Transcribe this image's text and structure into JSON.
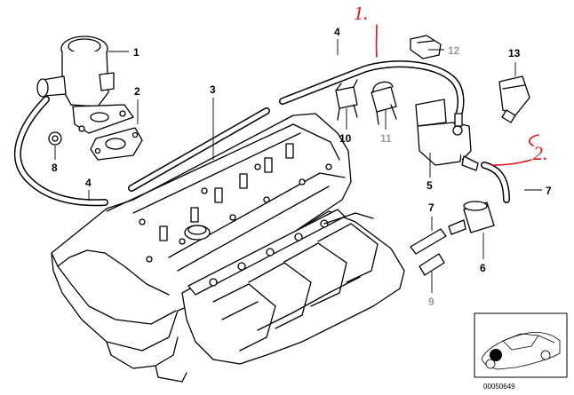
{
  "diagram": {
    "doc_number": "00050649",
    "annotations": [
      {
        "id": "note-1",
        "text": "1."
      },
      {
        "id": "note-2",
        "text": "2."
      }
    ],
    "callouts": [
      {
        "id": "c1",
        "text": "1",
        "tone": "black"
      },
      {
        "id": "c2",
        "text": "2",
        "tone": "black"
      },
      {
        "id": "c3",
        "text": "3",
        "tone": "black"
      },
      {
        "id": "c4a",
        "text": "4",
        "tone": "black"
      },
      {
        "id": "c4b",
        "text": "4",
        "tone": "black"
      },
      {
        "id": "c5",
        "text": "5",
        "tone": "black"
      },
      {
        "id": "c6",
        "text": "6",
        "tone": "black"
      },
      {
        "id": "c7a",
        "text": "7",
        "tone": "black"
      },
      {
        "id": "c7b",
        "text": "7",
        "tone": "black"
      },
      {
        "id": "c8",
        "text": "8",
        "tone": "black"
      },
      {
        "id": "c9",
        "text": "9",
        "tone": "grey"
      },
      {
        "id": "c10",
        "text": "10",
        "tone": "black"
      },
      {
        "id": "c11",
        "text": "11",
        "tone": "grey"
      },
      {
        "id": "c12",
        "text": "12",
        "tone": "grey"
      },
      {
        "id": "c13",
        "text": "13",
        "tone": "black"
      }
    ],
    "colors": {
      "ink": "#000000",
      "grey_callout": "#9a9a9a",
      "annotation_red": "#e0141b",
      "background": "#ffffff"
    }
  }
}
